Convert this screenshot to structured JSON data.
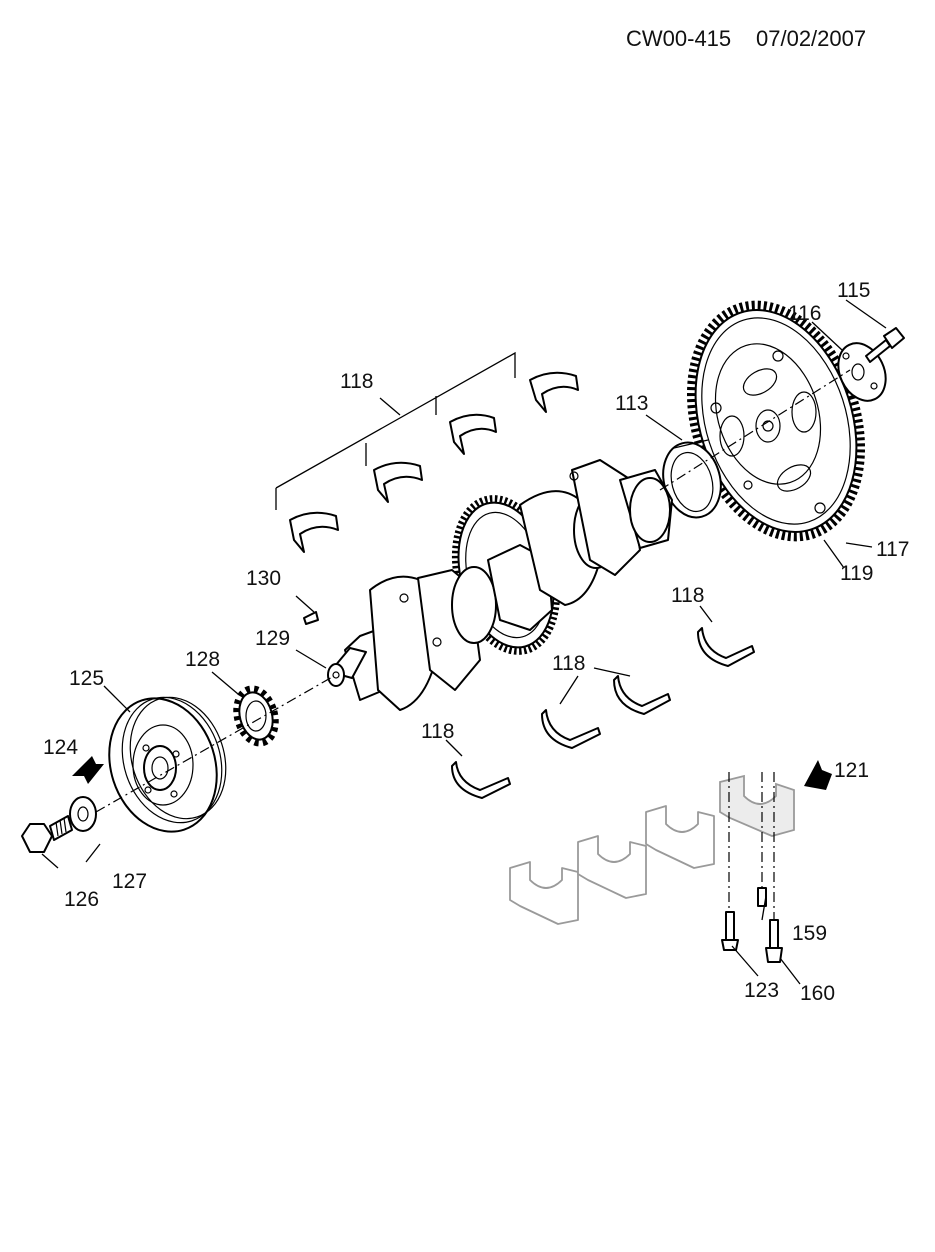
{
  "header": {
    "doc_code": "CW00-415",
    "date": "07/02/2007"
  },
  "callouts": {
    "p113": "113",
    "p115": "115",
    "p116": "116",
    "p117": "117",
    "p118a": "118",
    "p118b": "118",
    "p118c": "118",
    "p118d": "118",
    "p119": "119",
    "p121": "121",
    "p123": "123",
    "p124": "124",
    "p125": "125",
    "p126": "126",
    "p127": "127",
    "p128": "128",
    "p129": "129",
    "p130": "130",
    "p159": "159",
    "p160": "160"
  }
}
